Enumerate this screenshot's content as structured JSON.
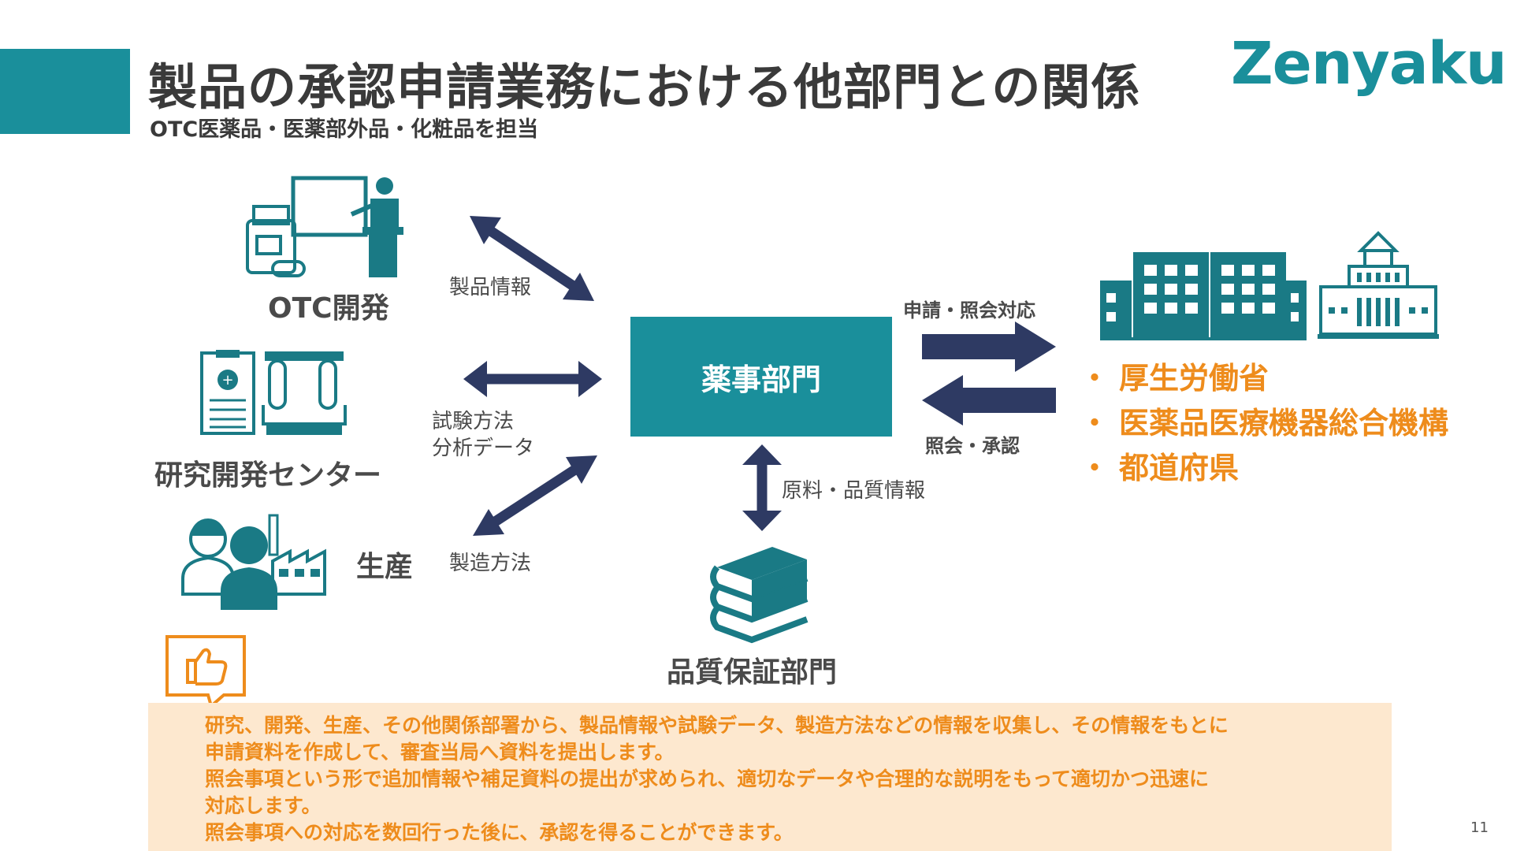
{
  "header": {
    "title": "製品の承認申請業務における他部門との関係",
    "subtitle": "OTC医薬品・医薬部外品・化粧品を担当",
    "logo": "Zenyaku",
    "accent_color": "#1a8f9b"
  },
  "departments": {
    "otc": "OTC開発",
    "research": "研究開発センター",
    "production": "生産",
    "quality": "品質保証部門",
    "center": "薬事部門"
  },
  "flows": {
    "otc_info": "製品情報",
    "research_line1": "試験方法",
    "research_line2": "分析データ",
    "production_info": "製造方法",
    "quality_info": "原料・品質情報",
    "to_gov": "申請・照会対応",
    "from_gov": "照会・承認"
  },
  "authorities": [
    {
      "bullet": "・",
      "name": "厚生労働省"
    },
    {
      "bullet": "・",
      "name": "医薬品医療機器総合機構"
    },
    {
      "bullet": "・",
      "name": "都道府県"
    }
  ],
  "authority_color": "#ee8c1c",
  "note": {
    "lines": [
      "研究、開発、生産、その他関係部署から、製品情報や試験データ、製造方法などの情報を収集し、その情報をもとに",
      "申請資料を作成して、審査当局へ資料を提出します。",
      "照会事項という形で追加情報や補足資料の提出が求められ、適切なデータや合理的な説明をもって適切かつ迅速に",
      "対応します。",
      "照会事項への対応を数回行った後に、承認を得ることができます。"
    ],
    "background": "#fde8cf"
  },
  "page_number": "11",
  "icons": [
    "otc-dev-icon",
    "research-icon",
    "production-icon",
    "quality-books-icon",
    "office-building-icon",
    "government-building-icon",
    "thumbs-up-icon"
  ]
}
